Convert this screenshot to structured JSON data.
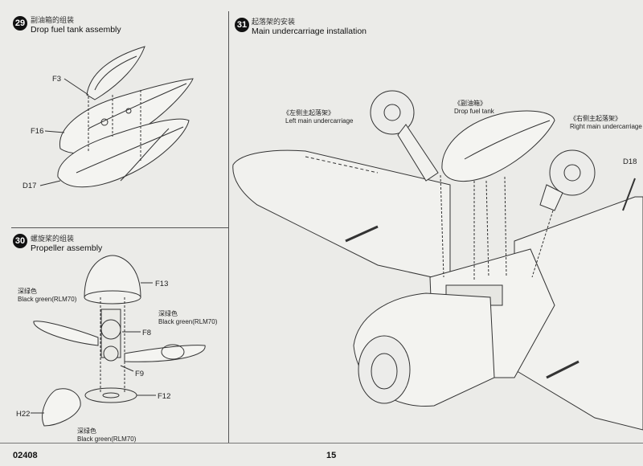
{
  "step29": {
    "number": "29",
    "title_cn": "副油箱的组装",
    "title_en": "Drop fuel tank assembly",
    "parts": [
      "F3",
      "F16",
      "D17"
    ]
  },
  "step30": {
    "number": "30",
    "title_cn": "螺旋桨的组装",
    "title_en": "Propeller assembly",
    "paint1_cn": "深绿色",
    "paint1_en": "Black green(RLM70)",
    "paint2_cn": "深绿色",
    "paint2_en": "Black green(RLM70)",
    "paint3_cn": "深绿色",
    "paint3_en": "Black green(RLM70)",
    "parts": [
      "F13",
      "F8",
      "F9",
      "F12",
      "H22"
    ]
  },
  "step31": {
    "number": "31",
    "title_cn": "起落架的安装",
    "title_en": "Main undercarriage installation",
    "left_cn": "《左侧主起落架》",
    "left_en": "Left main undercarriage",
    "tank_cn": "《副油箱》",
    "tank_en": "Drop fuel tank",
    "right_cn": "《右侧主起落架》",
    "right_en": "Right main undercarriage",
    "part": "D18"
  },
  "footer": {
    "code": "02408",
    "page": "15"
  }
}
